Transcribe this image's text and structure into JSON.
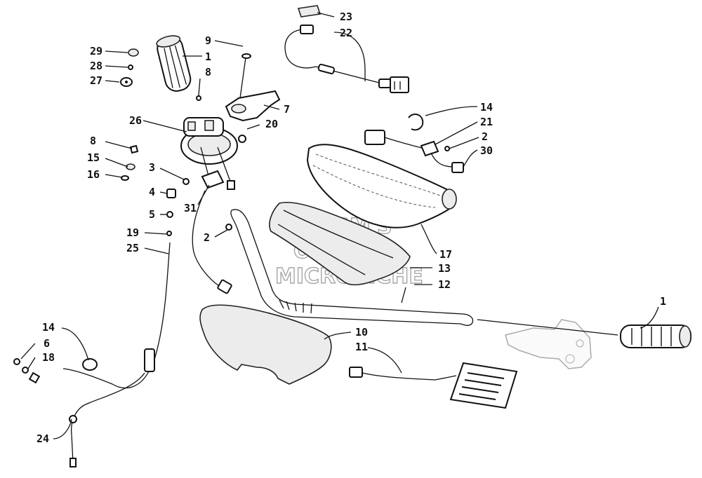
{
  "watermark": {
    "line1": "HLSM'S",
    "line2": "ONLINE",
    "line3": "MICROFICHE"
  },
  "callouts": [
    {
      "id": "c23a",
      "label": "23"
    },
    {
      "id": "c22",
      "label": "22"
    },
    {
      "id": "c9",
      "label": "9"
    },
    {
      "id": "c29",
      "label": "29"
    },
    {
      "id": "c1a",
      "label": "1"
    },
    {
      "id": "c28",
      "label": "28"
    },
    {
      "id": "c8a",
      "label": "8"
    },
    {
      "id": "c27",
      "label": "27"
    },
    {
      "id": "c7",
      "label": "7"
    },
    {
      "id": "c14a",
      "label": "14"
    },
    {
      "id": "c26",
      "label": "26"
    },
    {
      "id": "c20",
      "label": "20"
    },
    {
      "id": "c21",
      "label": "21"
    },
    {
      "id": "c8b",
      "label": "8"
    },
    {
      "id": "c2a",
      "label": "2"
    },
    {
      "id": "c15",
      "label": "15"
    },
    {
      "id": "c30",
      "label": "30"
    },
    {
      "id": "c3",
      "label": "3"
    },
    {
      "id": "c16",
      "label": "16"
    },
    {
      "id": "c4",
      "label": "4"
    },
    {
      "id": "c31",
      "label": "31"
    },
    {
      "id": "c5",
      "label": "5"
    },
    {
      "id": "c2b",
      "label": "2"
    },
    {
      "id": "c19",
      "label": "19"
    },
    {
      "id": "c17",
      "label": "17"
    },
    {
      "id": "c25",
      "label": "25"
    },
    {
      "id": "c13",
      "label": "13"
    },
    {
      "id": "c12",
      "label": "12"
    },
    {
      "id": "c1b",
      "label": "1"
    },
    {
      "id": "c14b",
      "label": "14"
    },
    {
      "id": "c10",
      "label": "10"
    },
    {
      "id": "c6",
      "label": "6"
    },
    {
      "id": "c11",
      "label": "11"
    },
    {
      "id": "c18",
      "label": "18"
    },
    {
      "id": "c24",
      "label": "24"
    }
  ]
}
